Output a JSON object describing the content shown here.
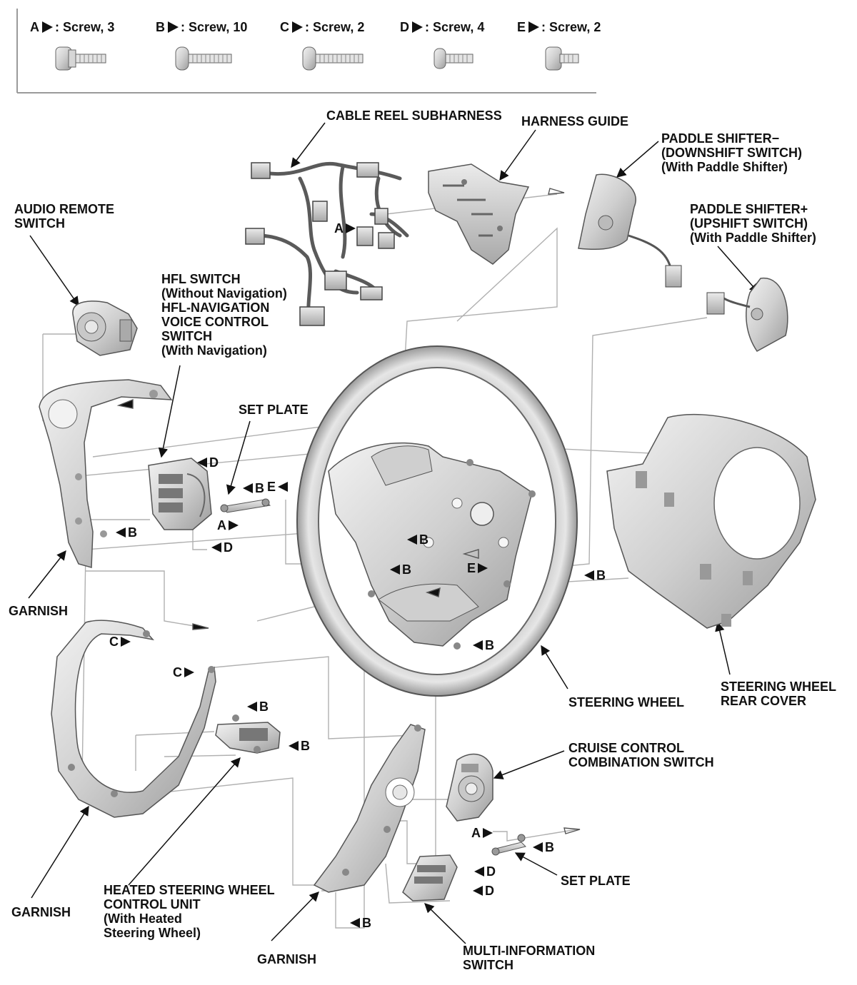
{
  "legend": [
    {
      "letter": "A",
      "text": ": Screw, 3"
    },
    {
      "letter": "B",
      "text": ": Screw, 10"
    },
    {
      "letter": "C",
      "text": ": Screw, 2"
    },
    {
      "letter": "D",
      "text": ": Screw, 4"
    },
    {
      "letter": "E",
      "text": ": Screw, 2"
    }
  ],
  "labels": {
    "cable_reel": [
      "CABLE REEL SUBHARNESS"
    ],
    "harness_guide": [
      "HARNESS GUIDE"
    ],
    "paddle_minus": [
      "PADDLE SHIFTER−",
      "(DOWNSHIFT SWITCH)",
      "(With Paddle Shifter)"
    ],
    "paddle_plus": [
      "PADDLE SHIFTER+",
      "(UPSHIFT SWITCH)",
      "(With Paddle Shifter)"
    ],
    "audio_remote": [
      "AUDIO REMOTE",
      "SWITCH"
    ],
    "hfl_switch": [
      "HFL SWITCH",
      "(Without Navigation)",
      "HFL-NAVIGATION",
      "VOICE CONTROL",
      "SWITCH",
      "(With Navigation)"
    ],
    "set_plate_top": [
      "SET PLATE"
    ],
    "garnish_left": [
      "GARNISH"
    ],
    "steering_wheel": [
      "STEERING WHEEL"
    ],
    "rear_cover": [
      "STEERING WHEEL",
      "REAR COVER"
    ],
    "cruise": [
      "CRUISE CONTROL",
      "COMBINATION SWITCH"
    ],
    "set_plate_bottom": [
      "SET PLATE"
    ],
    "heated": [
      "HEATED STEERING WHEEL",
      "CONTROL UNIT",
      "(With Heated",
      "Steering Wheel)"
    ],
    "garnish_lower_left": [
      "GARNISH"
    ],
    "garnish_bottom": [
      "GARNISH"
    ],
    "multi_info": [
      "MULTI-INFORMATION",
      "SWITCH"
    ]
  },
  "callouts": [
    {
      "id": "a-harness",
      "letter": "A",
      "side": "right"
    },
    {
      "id": "d-hfl-top",
      "letter": "D",
      "side": "left"
    },
    {
      "id": "b-setplate",
      "letter": "B",
      "side": "left"
    },
    {
      "id": "e-setplate",
      "letter": "E",
      "side": "left"
    },
    {
      "id": "a-setplate",
      "letter": "A",
      "side": "right"
    },
    {
      "id": "b-garnish",
      "letter": "B",
      "side": "left"
    },
    {
      "id": "d-hfl-bottom",
      "letter": "D",
      "side": "left"
    },
    {
      "id": "b-wheel-center",
      "letter": "B",
      "side": "left"
    },
    {
      "id": "b-wheel-mid",
      "letter": "B",
      "side": "left"
    },
    {
      "id": "e-wheel",
      "letter": "E",
      "side": "right"
    },
    {
      "id": "b-rear-cover",
      "letter": "B",
      "side": "left"
    },
    {
      "id": "c-upper",
      "letter": "C",
      "side": "right"
    },
    {
      "id": "c-lower",
      "letter": "C",
      "side": "right"
    },
    {
      "id": "b-wheel-lower",
      "letter": "B",
      "side": "left"
    },
    {
      "id": "b-heated-top",
      "letter": "B",
      "side": "left"
    },
    {
      "id": "b-heated-bottom",
      "letter": "B",
      "side": "left"
    },
    {
      "id": "a-cruise",
      "letter": "A",
      "side": "right"
    },
    {
      "id": "b-setplate-bottom",
      "letter": "B",
      "side": "left"
    },
    {
      "id": "d-multi-top",
      "letter": "D",
      "side": "left"
    },
    {
      "id": "d-multi-bottom",
      "letter": "D",
      "side": "left"
    },
    {
      "id": "b-garnish-bottom",
      "letter": "B",
      "side": "left"
    }
  ]
}
